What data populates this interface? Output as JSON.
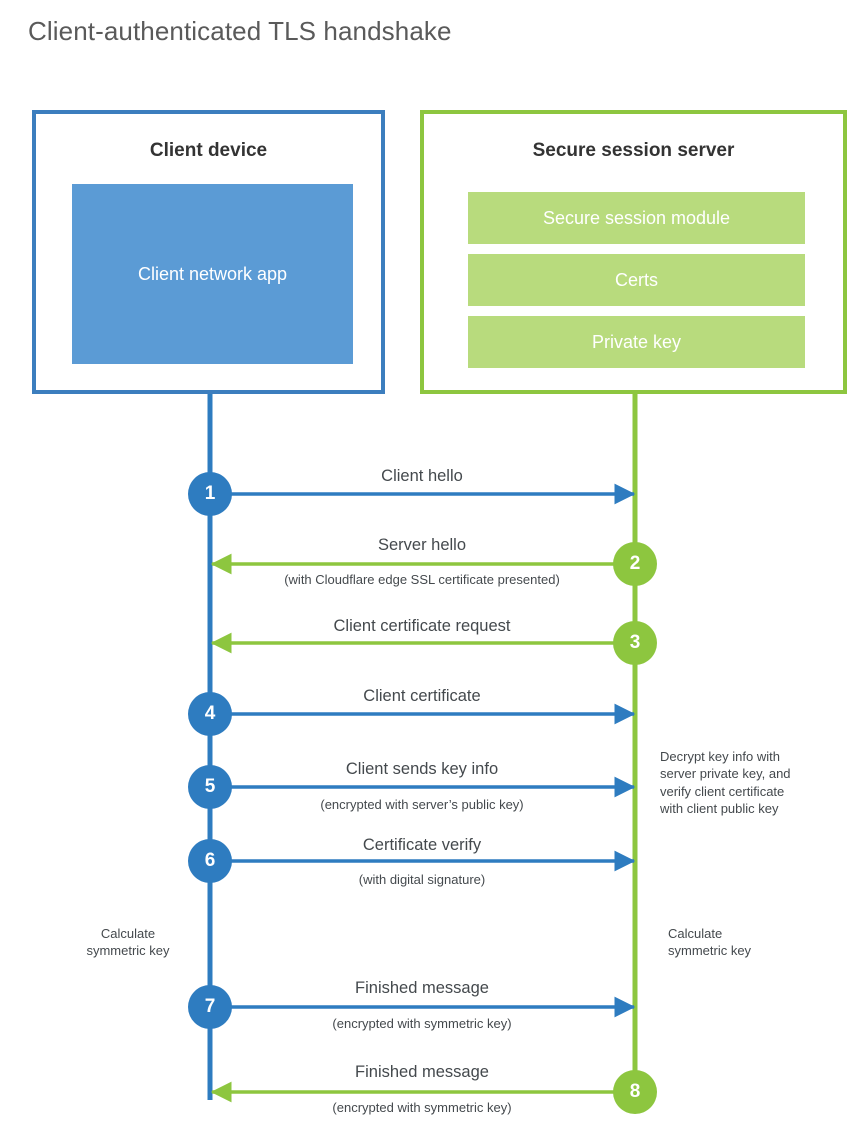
{
  "diagram": {
    "title": "Client-authenticated TLS handshake",
    "colors": {
      "client_accent": "#2E7CC0",
      "client_box_border": "#3C7EBE",
      "client_app_fill": "#5B9BD5",
      "server_accent": "#8DC63F",
      "server_inner_fill": "#B8DB7D",
      "text": "#44494d"
    },
    "participants": [
      {
        "id": "client",
        "title": "Client device",
        "components": [
          "Client network app"
        ]
      },
      {
        "id": "server",
        "title": "Secure session server",
        "components": [
          "Secure session module",
          "Certs",
          "Private key"
        ]
      }
    ],
    "steps": [
      {
        "number": "1",
        "label": "Client hello",
        "sublabel": "",
        "direction": "client-to-server",
        "color": "blue"
      },
      {
        "number": "2",
        "label": "Server hello",
        "sublabel": "(with Cloudflare edge SSL certificate presented)",
        "direction": "server-to-client",
        "color": "green"
      },
      {
        "number": "3",
        "label": "Client certificate request",
        "sublabel": "",
        "direction": "server-to-client",
        "color": "green"
      },
      {
        "number": "4",
        "label": "Client certificate",
        "sublabel": "",
        "direction": "client-to-server",
        "color": "blue"
      },
      {
        "number": "5",
        "label": "Client sends key info",
        "sublabel": "(encrypted with server’s public key)",
        "direction": "client-to-server",
        "color": "blue"
      },
      {
        "number": "6",
        "label": "Certificate verify",
        "sublabel": "(with digital signature)",
        "direction": "client-to-server",
        "color": "blue"
      },
      {
        "number": "7",
        "label": "Finished message",
        "sublabel": "(encrypted with symmetric key)",
        "direction": "client-to-server",
        "color": "blue"
      },
      {
        "number": "8",
        "label": "Finished message",
        "sublabel": "(encrypted with symmetric key)",
        "direction": "server-to-client",
        "color": "green"
      }
    ],
    "annotations": {
      "server_decrypt": "Decrypt key info with server private key, and verify client certificate with client public key",
      "server_decrypt_lines": [
        "Decrypt key info with",
        "server private key, and",
        "verify client certificate",
        "with client public key"
      ],
      "client_calculate": "Calculate symmetric key",
      "client_calculate_lines": [
        "Calculate",
        "symmetric key"
      ],
      "server_calculate": "Calculate symmetric key",
      "server_calculate_lines": [
        "Calculate",
        "symmetric key"
      ]
    }
  }
}
